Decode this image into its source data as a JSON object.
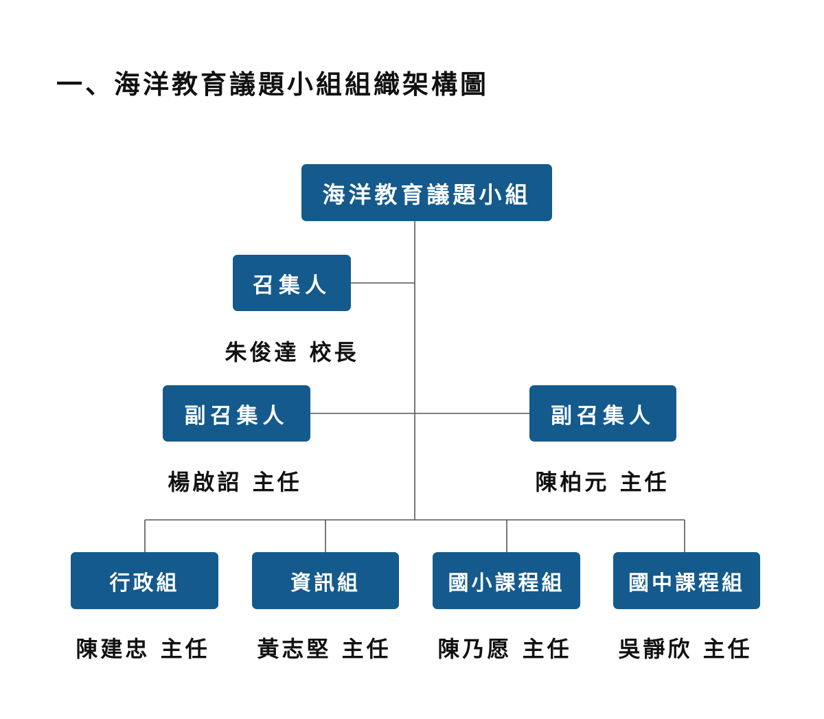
{
  "title": "一、海洋教育議題小組組織架構圖",
  "colors": {
    "box_fill": "#145a8c",
    "box_text": "#ffffff",
    "line": "#555555",
    "text": "#111111"
  },
  "root": {
    "label": "海洋教育議題小組"
  },
  "convener": {
    "role": "召集人",
    "person": "朱俊達 校長"
  },
  "deputies": [
    {
      "role": "副召集人",
      "person": "楊啟詔 主任"
    },
    {
      "role": "副召集人",
      "person": "陳柏元 主任"
    }
  ],
  "groups": [
    {
      "role": "行政組",
      "person": "陳建忠 主任"
    },
    {
      "role": "資訊組",
      "person": "黃志堅 主任"
    },
    {
      "role": "國小課程組",
      "person": "陳乃愿 主任"
    },
    {
      "role": "國中課程組",
      "person": "吳靜欣 主任"
    }
  ]
}
